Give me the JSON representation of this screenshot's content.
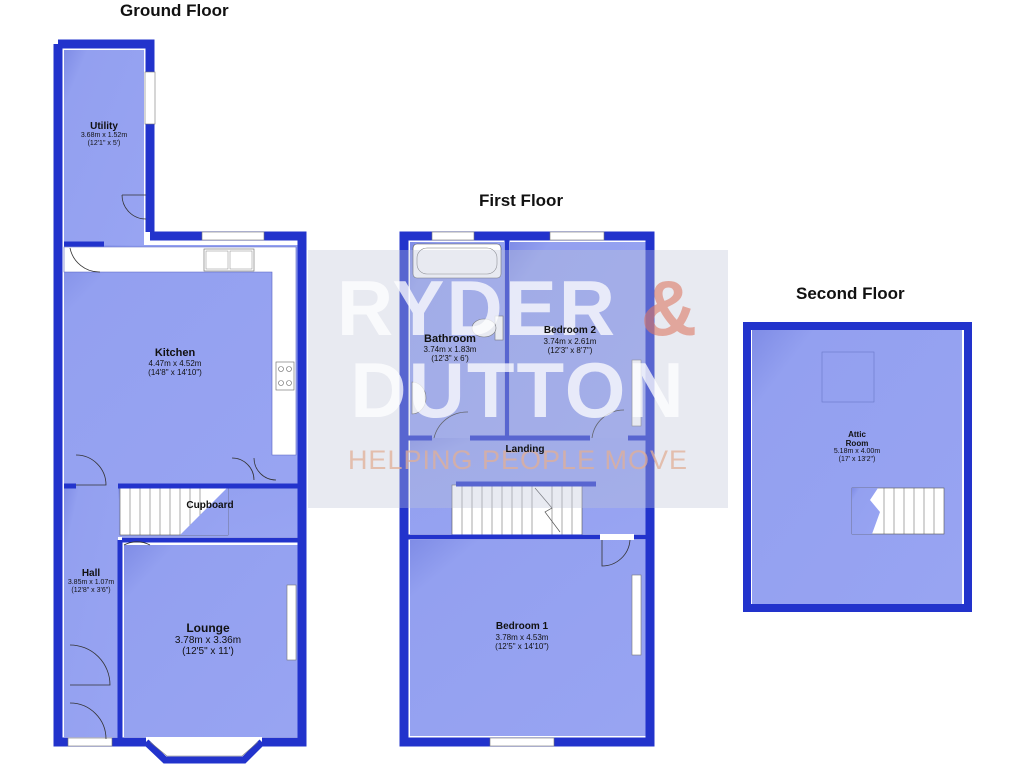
{
  "floors": {
    "ground": {
      "title": "Ground Floor",
      "rooms": {
        "utility": {
          "name": "Utility",
          "metric": "3.68m x 1.52m",
          "imperial": "(12'1\" x 5')"
        },
        "kitchen": {
          "name": "Kitchen",
          "metric": "4.47m x 4.52m",
          "imperial": "(14'8\" x 14'10\")"
        },
        "cupboard": {
          "name": "Cupboard"
        },
        "hall": {
          "name": "Hall",
          "metric": "3.85m x 1.07m",
          "imperial": "(12'8\" x 3'6\")"
        },
        "lounge": {
          "name": "Lounge",
          "metric": "3.78m x 3.36m",
          "imperial": "(12'5\" x 11')"
        }
      }
    },
    "first": {
      "title": "First Floor",
      "rooms": {
        "bathroom": {
          "name": "Bathroom",
          "metric": "3.74m x 1.83m",
          "imperial": "(12'3\" x 6')"
        },
        "bedroom2": {
          "name": "Bedroom 2",
          "metric": "3.74m x 2.61m",
          "imperial": "(12'3\" x 8'7\")"
        },
        "landing": {
          "name": "Landing"
        },
        "bedroom1": {
          "name": "Bedroom 1",
          "metric": "3.78m x 4.53m",
          "imperial": "(12'5\" x 14'10\")"
        }
      }
    },
    "second": {
      "title": "Second Floor",
      "rooms": {
        "attic": {
          "name_line1": "Attic",
          "name_line2": "Room",
          "metric": "5.18m x 4.00m",
          "imperial": "(17' x 13'2\")"
        }
      }
    }
  },
  "watermark": {
    "line1_a": "RYDER",
    "line1_b": "&",
    "line2": "DUTTON",
    "tagline": "HELPING PEOPLE MOVE"
  },
  "colors": {
    "wall": "#2233cc",
    "floor": "#8f9cee",
    "shadow": "#6a78d8",
    "counter": "#ffffff",
    "watermark_brand": "#d98a7a"
  }
}
